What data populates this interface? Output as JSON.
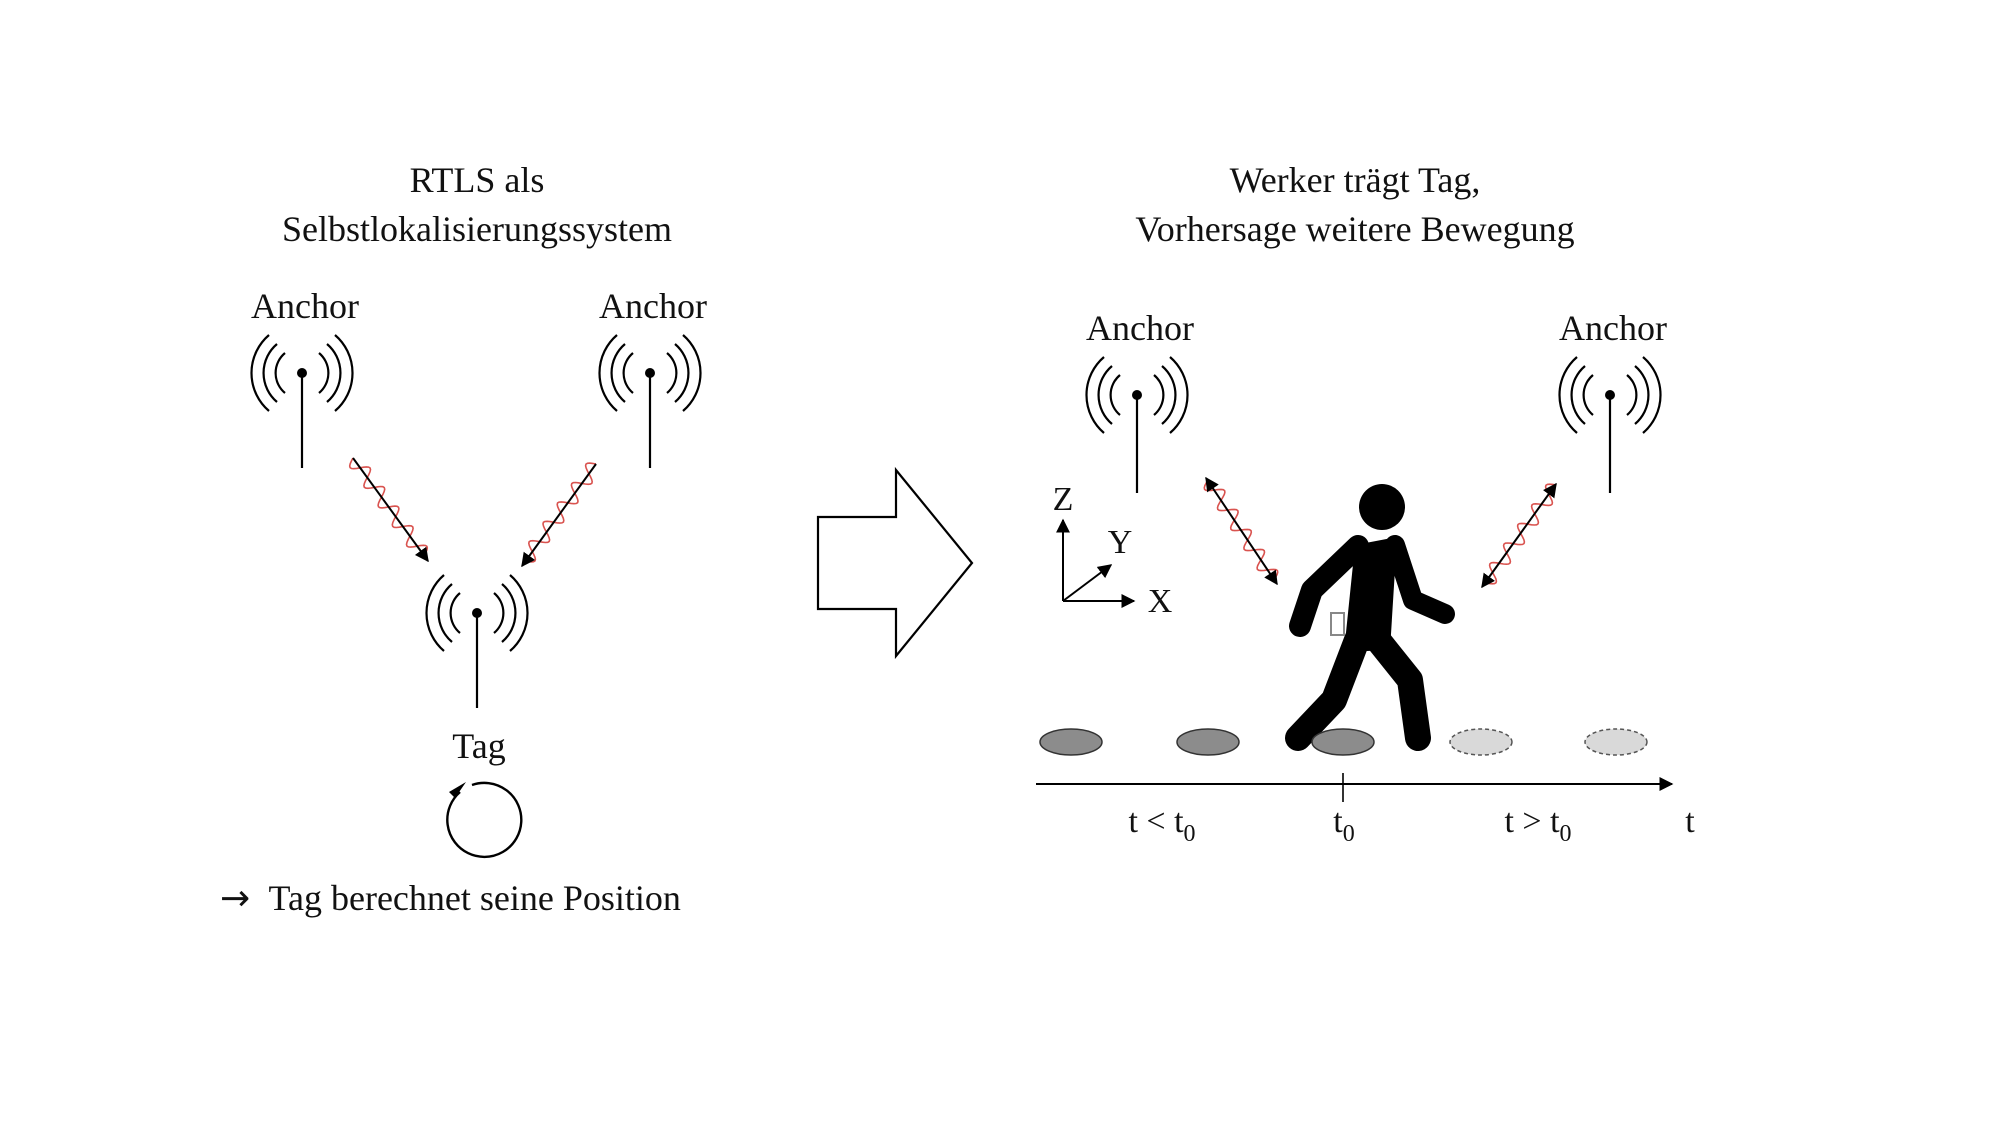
{
  "left_panel": {
    "title_line1": "RTLS als",
    "title_line2": "Selbstlokalisierungssystem",
    "anchor_left_label": "Anchor",
    "anchor_right_label": "Anchor",
    "tag_label": "Tag",
    "conclusion_arrow": "→",
    "conclusion_text": "Tag berechnet seine Position"
  },
  "right_panel": {
    "title_line1": "Werker trägt Tag,",
    "title_line2": "Vorhersage weitere Bewegung",
    "anchor_left_label": "Anchor",
    "anchor_right_label": "Anchor",
    "axis_z": "Z",
    "axis_y": "Y",
    "axis_x": "X",
    "timeline": {
      "before": {
        "main": "t < t",
        "sub": "0"
      },
      "now": {
        "main": "t",
        "sub": "0"
      },
      "after": {
        "main": "t > t",
        "sub": "0"
      },
      "axis_label": "t"
    }
  },
  "colors": {
    "signal_wave": "#d9534f",
    "footprint_past": "#8c8c8c",
    "footprint_future": "#d9d9d9",
    "figure": "#000000"
  },
  "icons": {
    "anchor": "radio-antenna-icon",
    "tag": "radio-antenna-icon",
    "cycle": "circular-arrow-icon",
    "transition": "big-right-arrow-icon",
    "worker": "walking-person-icon"
  }
}
